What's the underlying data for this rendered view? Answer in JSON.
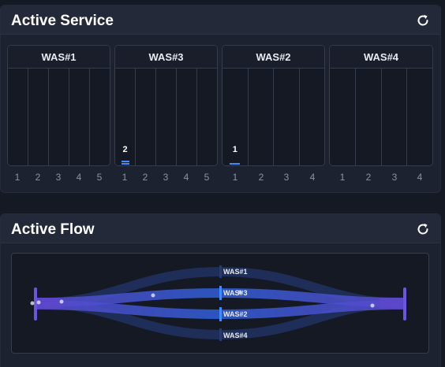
{
  "active_service": {
    "title": "Active Service",
    "cards": [
      {
        "name": "WAS#1",
        "columns": [
          "1",
          "2",
          "3",
          "4",
          "5"
        ],
        "counts": {}
      },
      {
        "name": "WAS#3",
        "columns": [
          "1",
          "2",
          "3",
          "4",
          "5"
        ],
        "counts": {
          "0": "2"
        }
      },
      {
        "name": "WAS#2",
        "columns": [
          "1",
          "2",
          "3",
          "4"
        ],
        "counts": {
          "0": "1"
        }
      },
      {
        "name": "WAS#4",
        "columns": [
          "1",
          "2",
          "3",
          "4"
        ],
        "counts": {}
      }
    ]
  },
  "active_flow": {
    "title": "Active Flow",
    "nodes": [
      "WAS#1",
      "WAS#3",
      "WAS#2",
      "WAS#4"
    ]
  },
  "colors": {
    "accent_blue": "#3f8cff",
    "flow_purple": "#5b47c9"
  }
}
